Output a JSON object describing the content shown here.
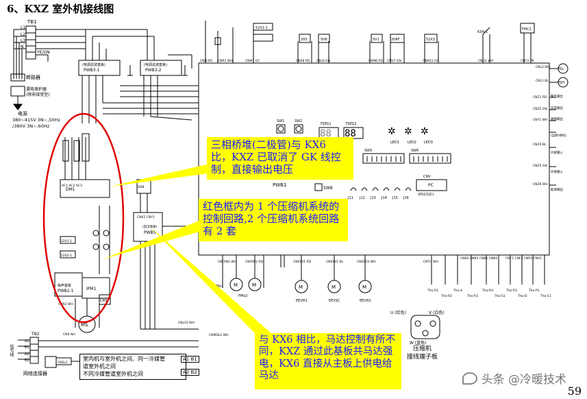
{
  "title": "6、KXZ 室外机接线图",
  "page_number": "59",
  "watermark": "头条 @冷暖技术",
  "callouts": {
    "bridge": "三相桥堆(二极管)与 KX6 比，KXZ 已取消了 GK 线控制，直接输出电压",
    "compressor": "红色框内为 1 个压缩机系统的控制回路,2 个压缩机系统回路有 2 套",
    "motor": "与 KX6 相比，马达控制有所不同，KXZ 通过此基板共马达强电，KX6 直接从主板上供电给马达"
  },
  "left_labels": {
    "tb1": "TB1",
    "breaker": "断路器",
    "leakage_protector": "漏电保护器\n(除非接受型)",
    "power_label": "电源",
    "power_spec_1": "380~415V 3N~,50Hz",
    "power_spec_2": "/380V 3N~,60Hz",
    "tb2": "TB2",
    "signal_line": "信号线",
    "network_terminal": "网络连接器"
  },
  "terminals": [
    "L1",
    "L2",
    "L3",
    "N",
    "YE/GN"
  ],
  "tb2_terminals": [
    "A1",
    "B1",
    "A2",
    "B2"
  ],
  "modules": {
    "pwb3_1": "PWB3-1",
    "pwb3_2": "PWB3-2",
    "dm1": "DM1",
    "pwb2_1": "PWB2-1",
    "pwb1": "PWB1",
    "pwb5": "PWB5",
    "ipm1": "IPM1",
    "ms": "MS",
    "sw8": "SW8",
    "pc": "PC",
    "pc_sub": "(RS232C)",
    "cnv": "CNV",
    "comp_terminal": "压缩机\n接线端子板",
    "u_label": "U (红色)",
    "v_label": "V (白色)",
    "w_label": "W (蓝色)"
  },
  "top_connectors": [
    "CNN RD",
    "CNR1 WH",
    "CNM1 GY",
    "CNX8 RD",
    "CNL8 GN",
    "CNNB RD",
    "CNV7 GN",
    "CNN12 GY",
    "CNQ1 WH",
    "CNC5 PK"
  ],
  "top_parts": [
    "52X1-1",
    "20S",
    "SV6",
    "SV1",
    "20RF",
    "52X3",
    "63H-1",
    "FMC1"
  ],
  "right_connectors": [
    "CNL2 WH",
    "CNL1 BL",
    "CNZ1 RD",
    "CNZ2 GN",
    "CNY1 WH",
    "CNZ4 BL",
    "CNZ5 GN",
    "CNZ6 WH"
  ],
  "right_labels": [
    "PSL",
    "PSH",
    "警告输出",
    "异常输出",
    "故障输出",
    "(运转/待机)",
    "外部输入",
    "外接输入",
    "能源输出"
  ],
  "bottom_connectors": [
    "CNFAN1 WH",
    "CNFAN2 RD",
    "CNEEV1 RD",
    "CNEEV2 BL",
    "CNEEV3 WH",
    "CNTH WH",
    "CNB2 RD",
    "CNB3 GN",
    "CNB1 BL",
    "CNB4 WH",
    "CNF1 GN",
    "CNF2 RD",
    "CNP1 GY",
    "CNU1 BL"
  ],
  "valves": [
    "EEVH1",
    "EEVSC",
    "EEVH2"
  ],
  "sensors": [
    "Tho-R1",
    "Tho-R2",
    "Tho-A",
    "Tho-R3",
    "Tho-R4",
    "Tho-S1",
    "Tho-R5",
    "Tho-D",
    "Tho-P1",
    "Tho-C1"
  ],
  "switches": [
    "SW1",
    "SW2",
    "7SEG1",
    "7SEG2",
    "SW5",
    "SW6",
    "LED1",
    "LED2",
    "LED3"
  ],
  "jumpers": [
    "J11",
    "J12",
    "J13",
    "J14",
    "J15",
    "J16"
  ],
  "fans": [
    "FMo1",
    "FMo2"
  ],
  "cm_label": "CM1",
  "bottom_note": {
    "line1": "室内机与室外机之间、同一冷媒管",
    "line2": "道室外机之间",
    "line3": "不同冷媒管道室外机之间",
    "box_a1b1": "A1 B1",
    "box_a2b2": "A2 B2"
  },
  "bottom_misc": [
    "CNMDL2 WH",
    "CNLS3 WH",
    "CNG1 WH"
  ]
}
